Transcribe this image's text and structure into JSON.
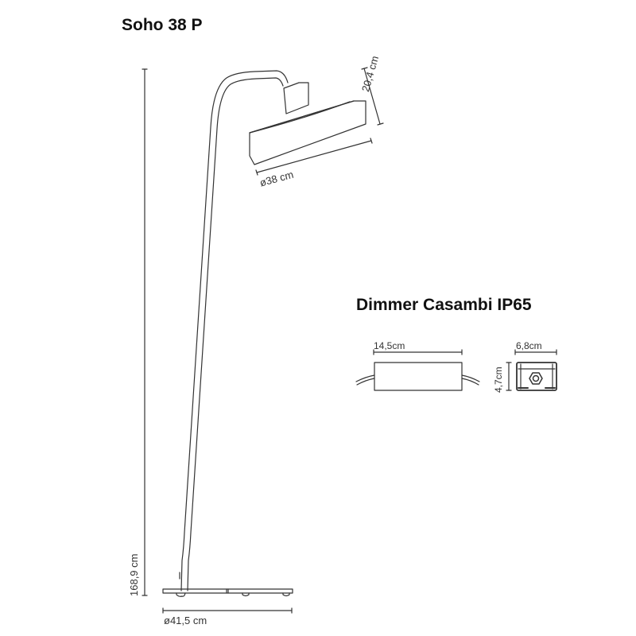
{
  "lamp": {
    "title": "Soho 38 P",
    "dimensions": {
      "shade_height": "20,4 cm",
      "shade_diameter": "ø38 cm",
      "total_height": "168,9 cm",
      "base_diameter": "ø41,5 cm"
    }
  },
  "dimmer": {
    "title": "Dimmer Casambi IP65",
    "dimensions": {
      "length": "14,5cm",
      "width": "6,8cm",
      "height": "4,7cm"
    }
  },
  "colors": {
    "line": "#333333",
    "text": "#1a1a1a"
  }
}
